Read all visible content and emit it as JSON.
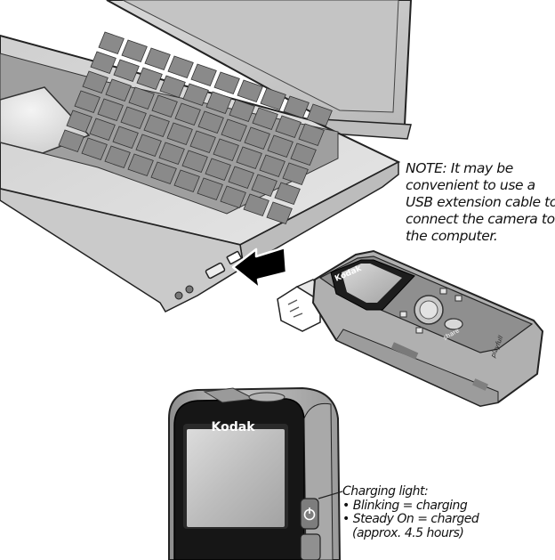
{
  "note": {
    "lines": [
      "NOTE: It may be",
      "convenient to use a",
      "USB extension cable to",
      "connect the camera to",
      "the computer."
    ]
  },
  "camera": {
    "brand": "Kodak",
    "share_label": "share",
    "model_label": "playfull"
  },
  "charging_callout": {
    "title": "Charging light:",
    "items": [
      "• Blinking = charging",
      "• Steady On = charged",
      "(approx. 4.5 hours)"
    ]
  },
  "icons": [
    "arrow-icon",
    "usb-icon",
    "power-icon"
  ]
}
